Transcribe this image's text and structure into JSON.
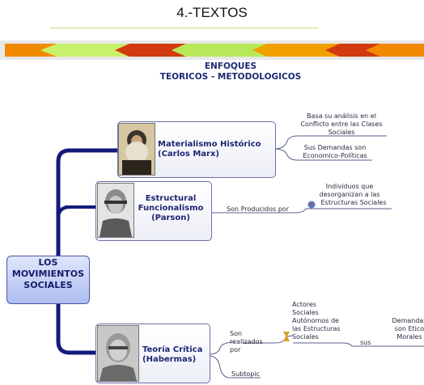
{
  "slide": {
    "title": "4.-TEXTOS"
  },
  "heading": {
    "line1": "ENFOQUES",
    "line2": "TEORICOS - METODOLOGICOS"
  },
  "central": {
    "line1": "LOS",
    "line2": "MOVIMIENTOS",
    "line3": "SOCIALES"
  },
  "banner": {
    "colors": [
      "#f28a00",
      "#c8f06a",
      "#f0b000",
      "#d23a10",
      "#b8e85a",
      "#f2a000",
      "#e06a10",
      "#c04020"
    ]
  },
  "branches": {
    "marx": {
      "title_l1": "Materialismo Histórico",
      "title_l2": "(Carlos Marx)",
      "sub1": [
        "Basa su análisis en el",
        "Conflicto entre las Clases",
        "Sociales"
      ],
      "sub2": [
        "Sus Demandas son",
        "Economico-Políticas"
      ]
    },
    "parson": {
      "title_l1": "Estructural",
      "title_l2": "Funcionalismo",
      "title_l3": "(Parson)",
      "link_label": "Son Producidos por",
      "sub1": [
        "Individuos que",
        "desorganizan a las",
        "Estructuras Sociales"
      ]
    },
    "habermas": {
      "title_l1": "Teoría Crítica",
      "title_l2": "(Habermas)",
      "link": [
        "Son",
        "realizados",
        "por"
      ],
      "actors": [
        "Actores",
        "Sociales",
        "Autónomos de",
        "las Estructuras",
        "Sociales"
      ],
      "sus": "sus",
      "demands": [
        "Demandas",
        "son Etico",
        "Morales"
      ],
      "subtopic": "Subtopic"
    }
  }
}
